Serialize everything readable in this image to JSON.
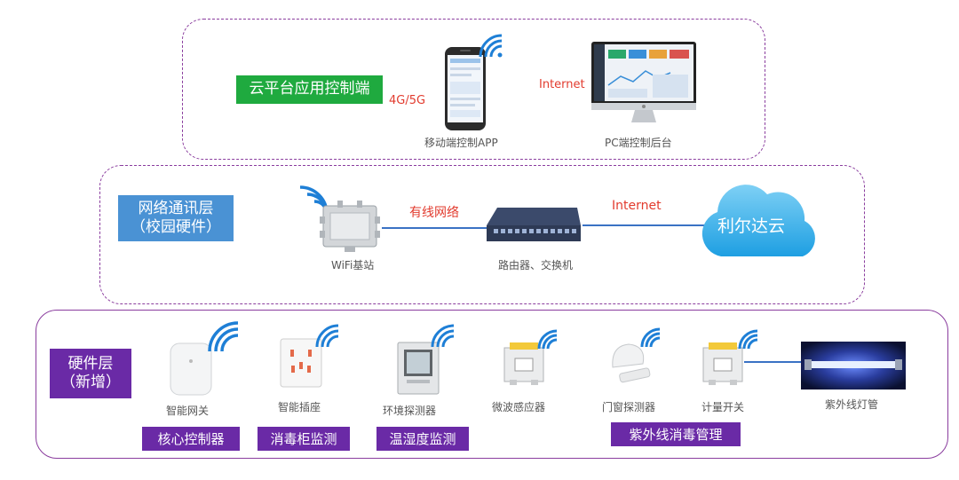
{
  "layers": {
    "cloud_tag": "云平台应用控制端",
    "network_tag_line1": "网络通讯层",
    "network_tag_line2": "（校园硬件）",
    "hardware_tag_line1": "硬件层",
    "hardware_tag_line2": "（新增）"
  },
  "cloud_layer": {
    "link_4g": "4G/5G",
    "link_internet": "Internet",
    "mobile_label": "移动端控制APP",
    "pc_label": "PC端控制后台"
  },
  "network_layer": {
    "wifi_label": "WiFi基站",
    "wired_label": "有线网络",
    "router_label": "路由器、交换机",
    "internet_label": "Internet",
    "cloud_name": "利尔达云"
  },
  "hardware_layer": {
    "devices": [
      {
        "label": "智能网关"
      },
      {
        "label": "智能插座"
      },
      {
        "label": "环境探测器"
      },
      {
        "label": "微波感应器"
      },
      {
        "label": "门窗探测器"
      },
      {
        "label": "计量开关"
      },
      {
        "label": "紫外线灯管"
      }
    ],
    "functions": [
      {
        "label": "核心控制器"
      },
      {
        "label": "消毒柜监测"
      },
      {
        "label": "温湿度监测"
      },
      {
        "label": "紫外线消毒管理"
      }
    ]
  },
  "colors": {
    "frame": "#8a3d9e",
    "cloud_tag": "#1faa3f",
    "network_tag": "#4a92d4",
    "hardware_tag": "#6a2aa6",
    "wifi_icon": "#1e7fd6",
    "link_label": "#e23b2e",
    "link_line": "#3a72c4"
  }
}
